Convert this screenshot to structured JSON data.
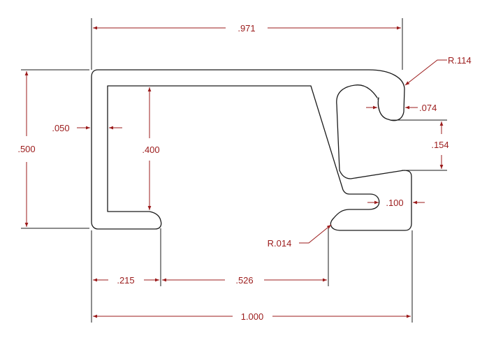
{
  "colors": {
    "background": "#ffffff",
    "outline": "#1a1a1a",
    "dimension": "#9b1b1b"
  },
  "dimensions": {
    "overall_top": ".971",
    "overall_bottom": "1.000",
    "height": ".500",
    "inner_height": ".400",
    "wall": ".050",
    "left_leg": ".215",
    "gap": ".526",
    "radius_hook": "R.114",
    "hook_opening": ".074",
    "hook_drop": ".154",
    "slot": ".100",
    "radius_slot": "R.014"
  }
}
